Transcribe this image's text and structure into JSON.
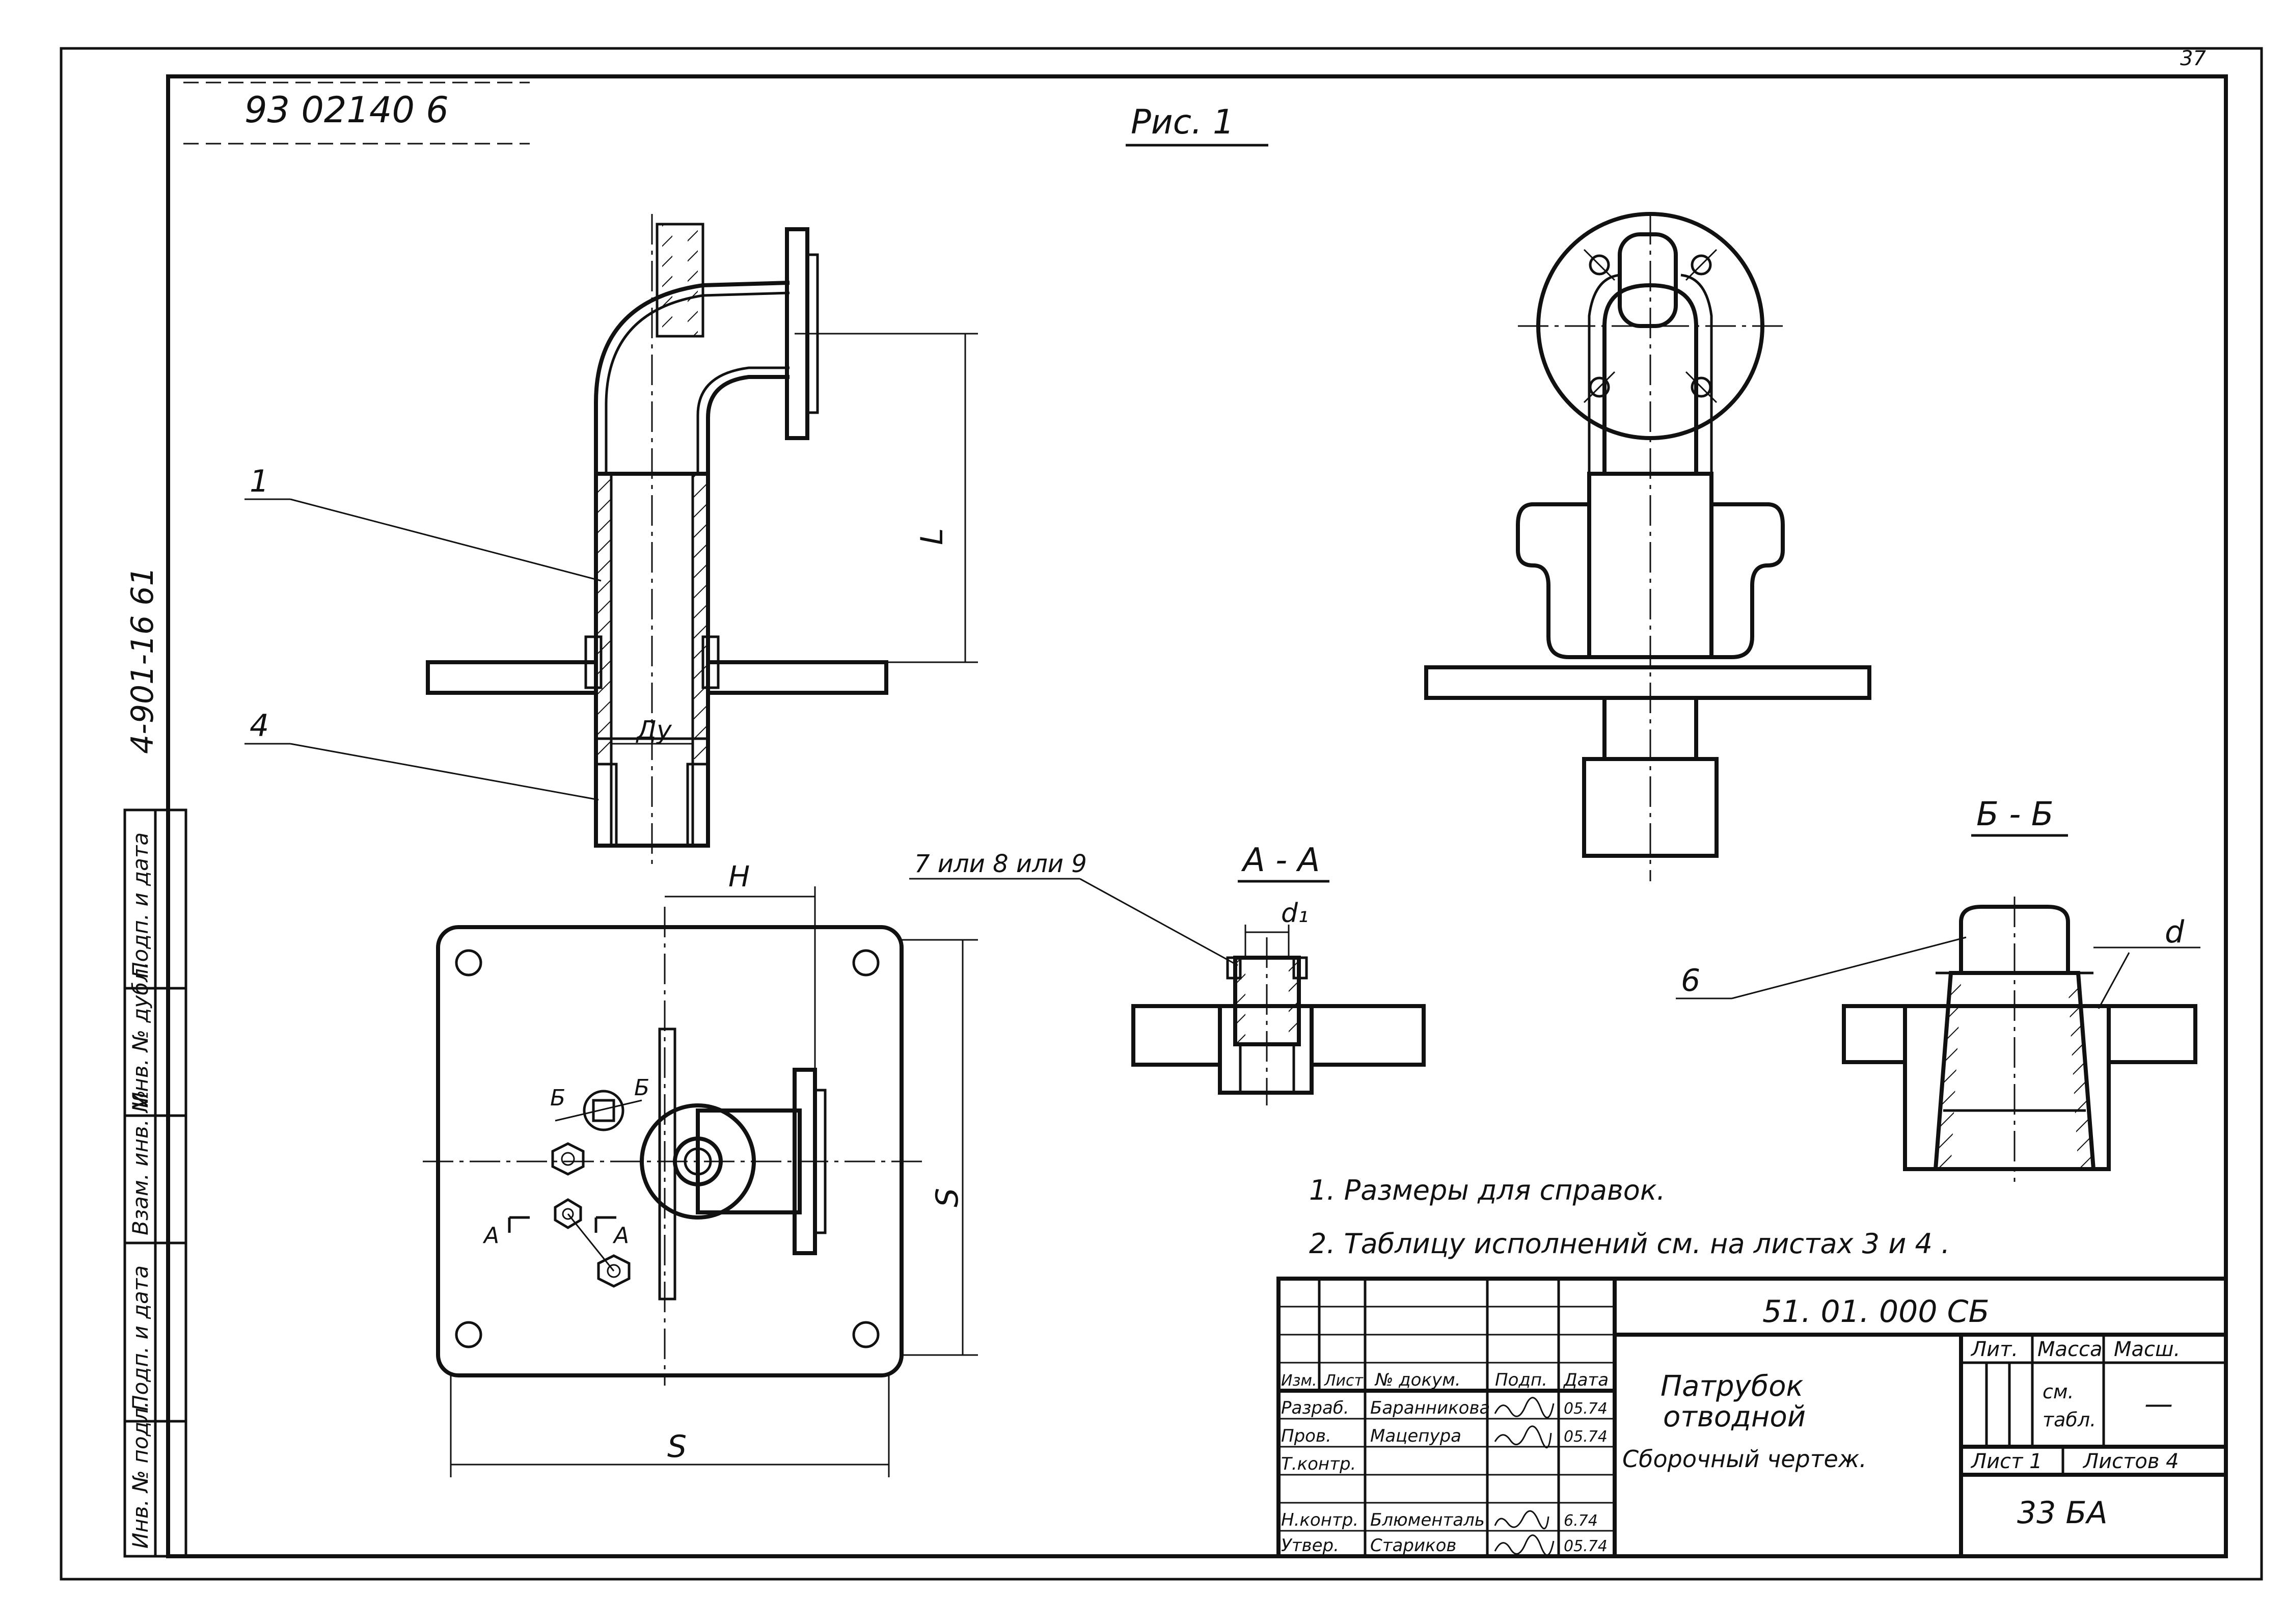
{
  "sheet_number": "37",
  "archive_stamp": "93 02140 6",
  "side_code": "4-901-16 61",
  "figure_title": "Рис. 1",
  "callouts": {
    "part1": "1",
    "part4": "4",
    "part6": "6",
    "part7_8_9": "7 или 8 или 9"
  },
  "dimensions": {
    "L": "L",
    "Dy": "Ду",
    "H": "H",
    "S_vertical": "S",
    "S_horizontal": "S",
    "d1": "d₁",
    "d": "d"
  },
  "section_marks": {
    "A": "А",
    "B": "Б"
  },
  "section_titles": {
    "AA": "А - А",
    "BB": "Б - Б"
  },
  "notes": [
    "1. Размеры для справок.",
    "2. Таблицу исполнений см. на листах 3 и 4 ."
  ],
  "left_strip": [
    "Подп. и дата",
    "Инв. № дубл.",
    "Взам. инв. №",
    "Подп. и дата",
    "Инв. № подл."
  ],
  "title_block": {
    "doc_code": "51. 01. 000 СБ",
    "name_line1": "Патрубок",
    "name_line2": "отводной",
    "name_line3": "Сборочный чертеж.",
    "header_izm": "Изм.",
    "header_list": "Лист",
    "header_doc": "№ докум.",
    "header_sign": "Подп.",
    "header_date": "Дата",
    "role1": "Разраб.",
    "name1": "Баранникова",
    "date1": "05.74",
    "role2": "Пров.",
    "name2": "Мацепура",
    "date2": "05.74",
    "role3": "Т.контр.",
    "role4": "Н.контр.",
    "name4": "Блюменталь",
    "date4": "6.74",
    "role5": "Утвер.",
    "name5": "Стариков",
    "date5": "05.74",
    "lit_label": "Лит.",
    "mass_label": "Масса",
    "scale_label": "Масш.",
    "mass_value_line1": "см.",
    "mass_value_line2": "табл.",
    "scale_value": "—",
    "sheet_label": "Лист 1",
    "sheets_label": "Листов 4",
    "org_code": "33 БА"
  }
}
